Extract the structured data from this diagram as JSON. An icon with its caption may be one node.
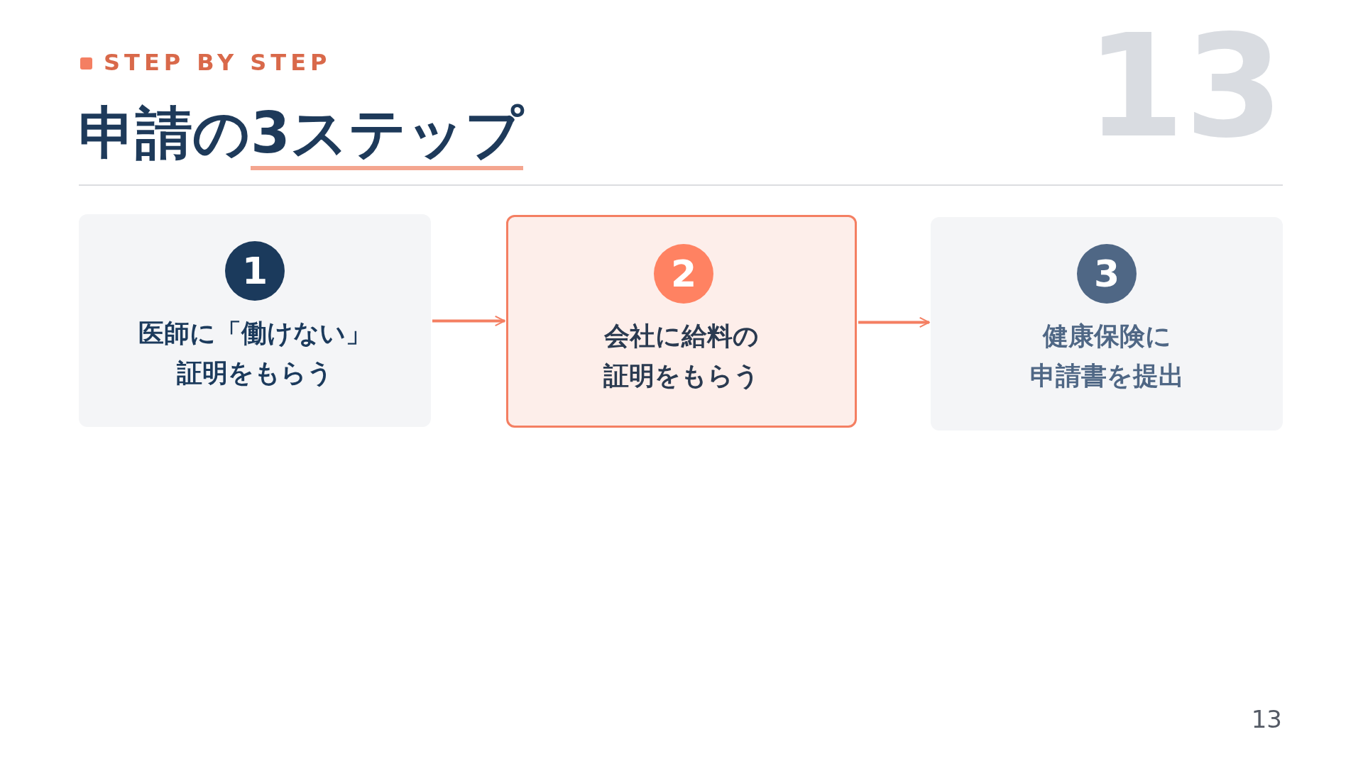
{
  "diagram": {
    "title": "申請の3ステップ",
    "nodes": [
      {
        "text": [
          "1",
          "医師に「働けない」証明をもらう"
        ]
      },
      {
        "text": [
          "2",
          "会社に給料の証明をもらう"
        ]
      },
      {
        "text": [
          "3",
          "健康保険に申請書を提出"
        ]
      }
    ],
    "edges": [
      {
        "from": 0,
        "to": 1,
        "arrow": "to"
      },
      {
        "from": 1,
        "to": 2,
        "arrow": "to"
      }
    ],
    "labels": [
      "STEP BY STEP",
      "13",
      "13"
    ]
  }
}
